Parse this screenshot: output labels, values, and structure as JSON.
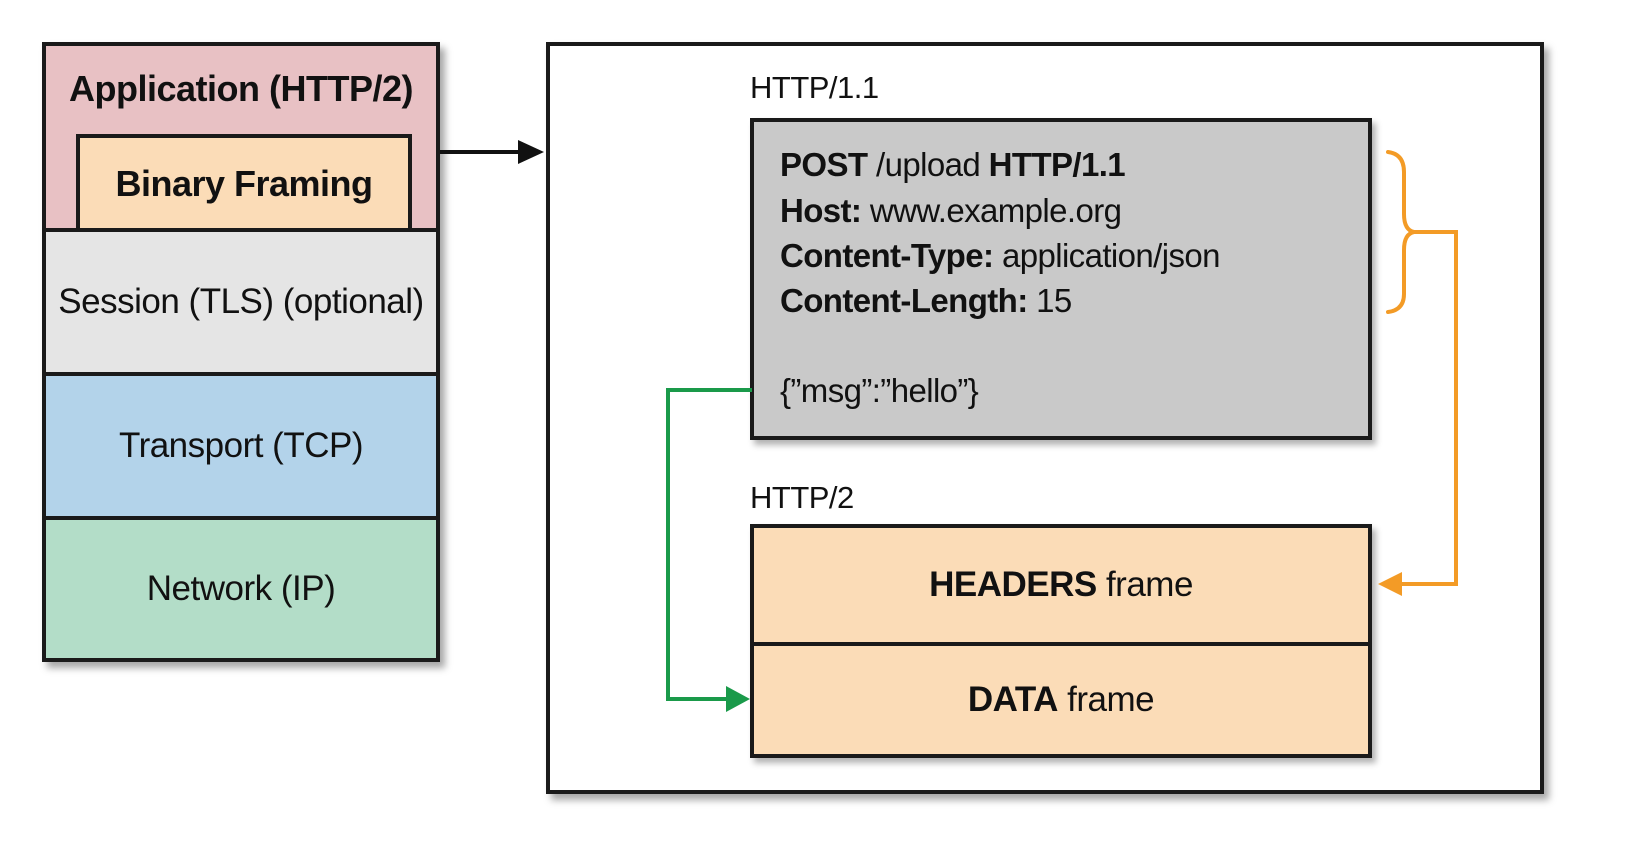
{
  "stack": {
    "application": {
      "title": "Application (HTTP/2)",
      "inner": "Binary Framing"
    },
    "session": "Session (TLS) (optional)",
    "transport": "Transport (TCP)",
    "network": "Network (IP)"
  },
  "http11": {
    "label": "HTTP/1.1",
    "request": {
      "method": "POST",
      "path": " /upload ",
      "version": "HTTP/1.1",
      "host_key": "Host:",
      "host_val": " www.example.org",
      "ctype_key": "Content-Type:",
      "ctype_val": " application/json",
      "clen_key": "Content-Length:",
      "clen_val": " 15",
      "body": "{”msg”:”hello”}"
    }
  },
  "http2": {
    "label": "HTTP/2",
    "headers_bold": "HEADERS",
    "headers_rest": " frame",
    "data_bold": "DATA",
    "data_rest": " frame"
  },
  "colors": {
    "application": "#e8c1c4",
    "binary_framing": "#fbdcb7",
    "session": "#e5e5e5",
    "transport": "#b3d3ea",
    "network": "#b3ddc8",
    "http11_box": "#c9c9c9",
    "headers_arrow": "#f39b26",
    "data_arrow": "#1a9a4a"
  }
}
